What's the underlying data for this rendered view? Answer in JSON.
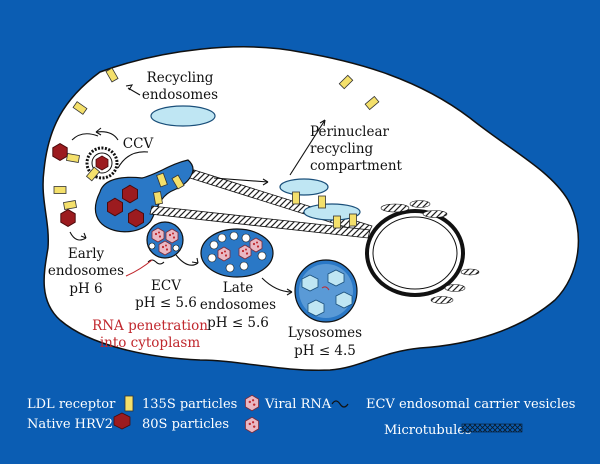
{
  "colors": {
    "background": "#0b5db3",
    "cell": "#ffffff",
    "vesicle_fill": "#2a78c6",
    "pale_vesicle": "#bfe6f3",
    "receptor": "#f4e06b",
    "virus": "#9c1b1f",
    "red_text": "#c0272d"
  },
  "labels": {
    "recycling_1": "Recycling",
    "recycling_2": "endosomes",
    "ccv": "CCV",
    "perinuclear_1": "Perinuclear",
    "perinuclear_2": "recycling",
    "perinuclear_3": "compartment",
    "early_1": "Early",
    "early_2": "endosomes",
    "early_3": "pH 6",
    "ecv_1": "ECV",
    "ecv_2": "pH ≤ 5.6",
    "late_1": "Late",
    "late_2": "endosomes",
    "late_3": "pH ≤ 5.6",
    "lyso_1": "Lysosomes",
    "lyso_2": "pH ≤ 4.5",
    "rna_pen_1": "RNA penetration",
    "rna_pen_2": "into cytoplasm"
  },
  "legend": {
    "ldl": "LDL receptor",
    "p135": "135S particles",
    "viral_rna": "Viral RNA",
    "ecv": "ECV endosomal carrier vesicles",
    "native": "Native HRV2",
    "p80": "80S particles",
    "microtubules": "Microtubules"
  }
}
